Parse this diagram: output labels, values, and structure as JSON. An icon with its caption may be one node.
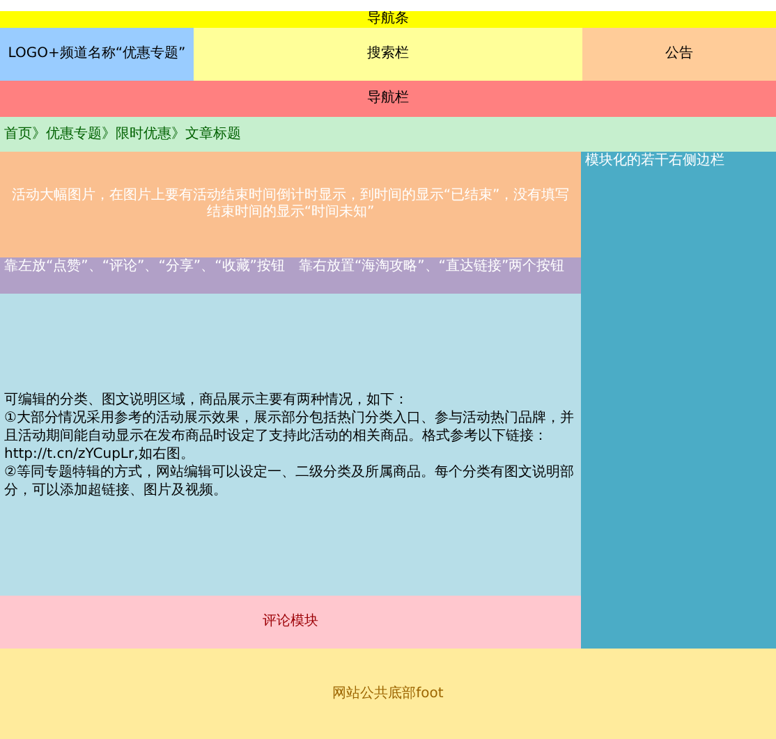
{
  "diagram": {
    "nodes": [
      {
        "text": [
          "导航条"
        ]
      },
      {
        "text": [
          "LOGO+频道名称“优惠专题”"
        ]
      },
      {
        "text": [
          "搜索栏"
        ]
      },
      {
        "text": [
          "公告"
        ]
      },
      {
        "text": [
          "导航栏"
        ]
      },
      {
        "text": [
          "首页》优惠专题》限时优惠》文章标题"
        ]
      },
      {
        "text": [
          "活动大幅图片，在图片上要有活动结束时间倒计时显示，到时间的显示“已结束”，没有填写结束时间的显示“时间未知”"
        ]
      },
      {
        "text": [
          "模块化的若干右侧边栏"
        ]
      },
      {
        "text": [
          "靠左放“点赞”、“评论”、“分享”、“收藏”按钮　靠右放置“海淘攻略”、“直达链接”两个按钮"
        ]
      },
      {
        "text": [
          "可编辑的分类、图文说明区域，商品展示主要有两种情况，如下：",
          "①大部分情况采用参考的活动展示效果，展示部分包括热门分类入口、参与活动热门品牌，并且活动期间能自动显示在发布商品时设定了支持此活动的相关商品。格式参考以下链接：http://t.cn/zYCupLr,如右图。",
          "②等同专题特辑的方式，网站编辑可以设定一、二级分类及所属商品。每个分类有图文说明部分，可以添加超链接、图片及视频。"
        ]
      },
      {
        "text": [
          "评论模块"
        ]
      },
      {
        "text": [
          "网站公共底部foot"
        ]
      }
    ]
  }
}
